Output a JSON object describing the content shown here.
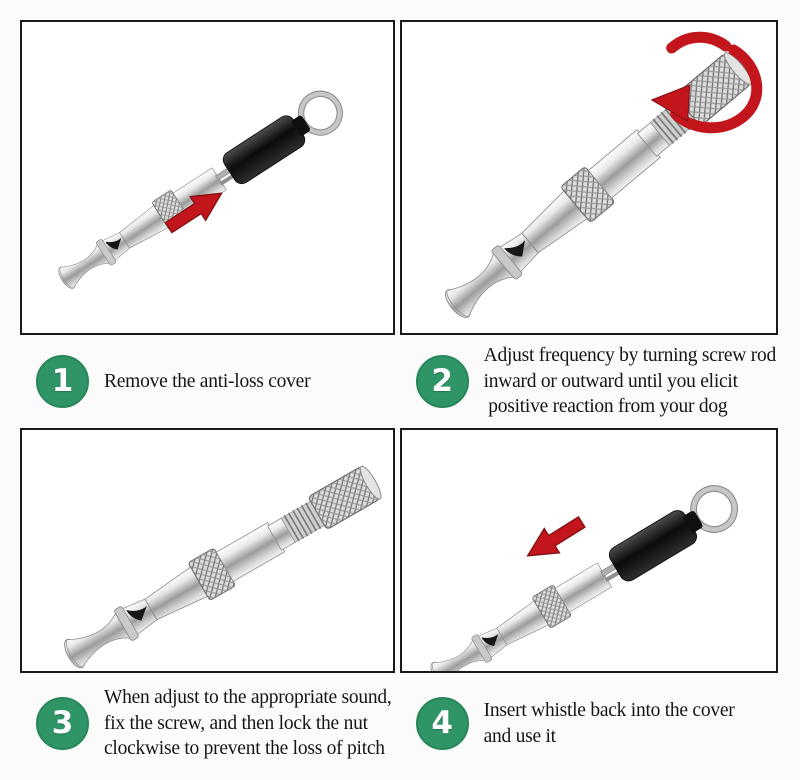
{
  "accent": {
    "badge_green": "#2f9566",
    "arrow_red": "#c3161c",
    "panel_border": "#1a1a1a"
  },
  "steps": [
    {
      "number": "1",
      "text": "Remove the anti-loss cover"
    },
    {
      "number": "2",
      "text": "Adjust frequency by turning screw rod\ninward or outward until you elicit\n positive reaction from your dog"
    },
    {
      "number": "3",
      "text": "When adjust to the appropriate sound,\nfix the screw, and then lock the nut\nclockwise to prevent the loss of pitch"
    },
    {
      "number": "4",
      "text": "Insert whistle back into the cover\nand use it"
    }
  ],
  "panels": [
    {
      "illustration": "dog-whistle with black anti-loss cover and keyring",
      "arrow": "red arrow pointing up-right (pull cover off)"
    },
    {
      "illustration": "bare dog-whistle with threaded screw rod",
      "arrow": "red rotation arrow around screw rod"
    },
    {
      "illustration": "bare dog-whistle with screw rod locked",
      "arrow": "none"
    },
    {
      "illustration": "dog-whistle with black anti-loss cover and keyring",
      "arrow": "red arrow pointing down-left (push whistle back in)"
    }
  ]
}
